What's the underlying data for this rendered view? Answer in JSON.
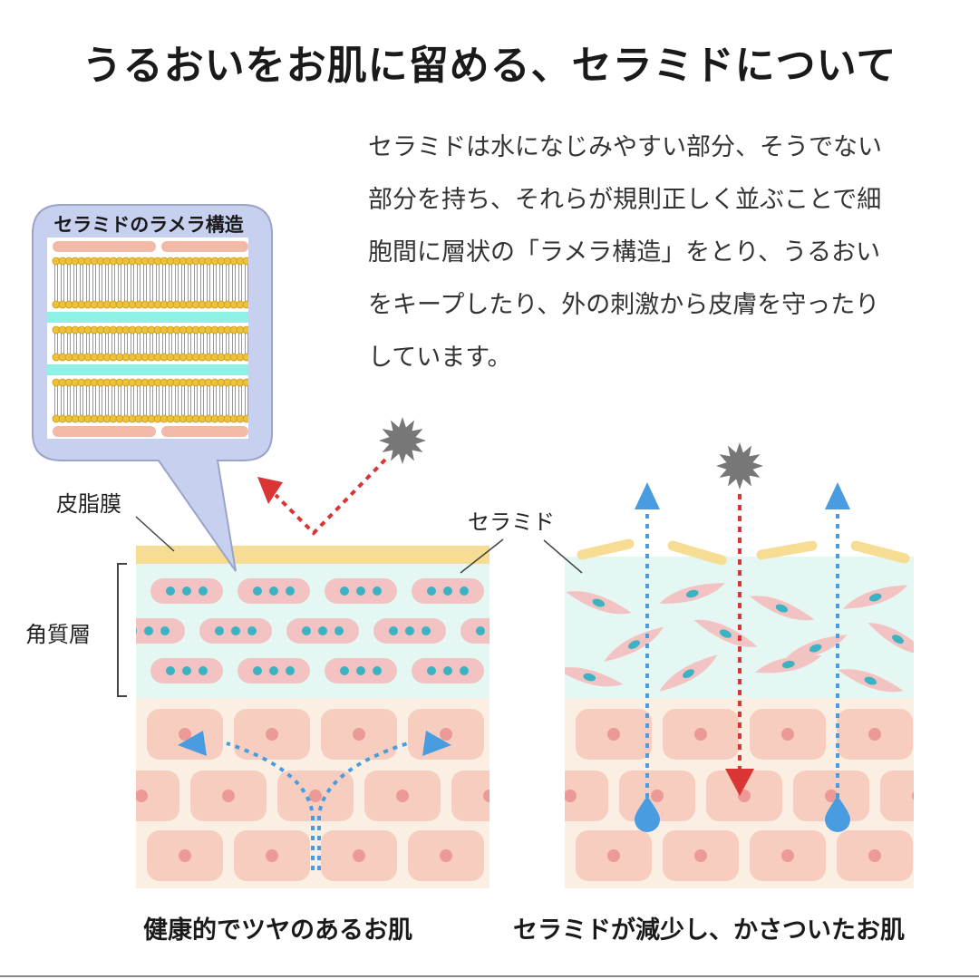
{
  "title": "うるおいをお肌に留める、セラミドについて",
  "description": {
    "lines": [
      "セラミドは水になじみやすい部分、そうでない",
      "部分を持ち、それらが規則正しく並ぶことで細",
      "胞間に層状の「ラメラ構造」をとり、うるおい",
      "をキープしたり、外の刺激から皮膚を守ったり",
      "しています。"
    ]
  },
  "diagram": {
    "bubble_title": "セラミドのラメラ構造",
    "labels": {
      "sebum": "皮脂膜",
      "stratum": "角質層",
      "ceramide": "セラミド"
    },
    "captions": {
      "healthy": "健康的でツヤのあるお肌",
      "dry": "セラミドが減少し、かさついたお肌"
    },
    "colors": {
      "stratum_bg": "#e4f7f3",
      "deep_bg": "#fbeee2",
      "cell_pink": "#f3c3c3",
      "cell_dot": "#3bb3c3",
      "deep_cell": "#f6cdbf",
      "deep_dot": "#ec9a98",
      "sebum": "#f7dc93",
      "bubble": "#c7d0ee",
      "water_arrow": "#4a9ce0",
      "irritant_arrow": "#d93535",
      "irritant": "#777777"
    }
  }
}
